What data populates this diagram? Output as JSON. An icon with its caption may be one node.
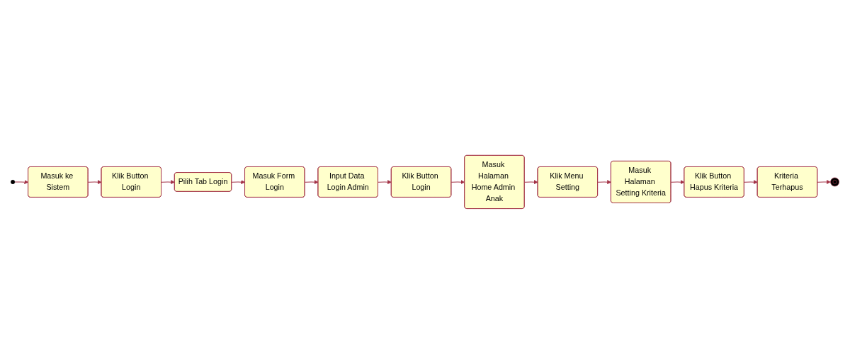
{
  "diagram": {
    "nodes": [
      {
        "text": [],
        "shape": "circle"
      },
      {
        "text": [
          "Masuk ke Sistem"
        ]
      },
      {
        "text": [
          "Klik Button Login"
        ]
      },
      {
        "text": [
          "Pilih Tab Login"
        ]
      },
      {
        "text": [
          "Masuk Form Login"
        ]
      },
      {
        "text": [
          "Input Data Login Admin"
        ]
      },
      {
        "text": [
          "Klik Button Login"
        ]
      },
      {
        "text": [
          "Masuk Halaman Home Admin Anak"
        ]
      },
      {
        "text": [
          "Klik Menu Setting"
        ]
      },
      {
        "text": [
          "Masuk Halaman Setting Kriteria"
        ]
      },
      {
        "text": [
          "Klik Button Hapus Kriteria"
        ]
      },
      {
        "text": [
          "Kriteria Terhapus"
        ]
      },
      {
        "text": [],
        "shape": "circle"
      }
    ],
    "edges": [
      {
        "from": 0,
        "to": 1,
        "arrow": "to"
      },
      {
        "from": 1,
        "to": 2,
        "arrow": "to"
      },
      {
        "from": 2,
        "to": 3,
        "arrow": "to"
      },
      {
        "from": 3,
        "to": 4,
        "arrow": "to"
      },
      {
        "from": 4,
        "to": 5,
        "arrow": "to"
      },
      {
        "from": 5,
        "to": 6,
        "arrow": "to"
      },
      {
        "from": 6,
        "to": 7,
        "arrow": "to"
      },
      {
        "from": 7,
        "to": 8,
        "arrow": "to"
      },
      {
        "from": 8,
        "to": 9,
        "arrow": "to"
      },
      {
        "from": 9,
        "to": 10,
        "arrow": "to"
      },
      {
        "from": 10,
        "to": 11,
        "arrow": "to"
      },
      {
        "from": 11,
        "to": 12,
        "arrow": "to"
      }
    ]
  }
}
